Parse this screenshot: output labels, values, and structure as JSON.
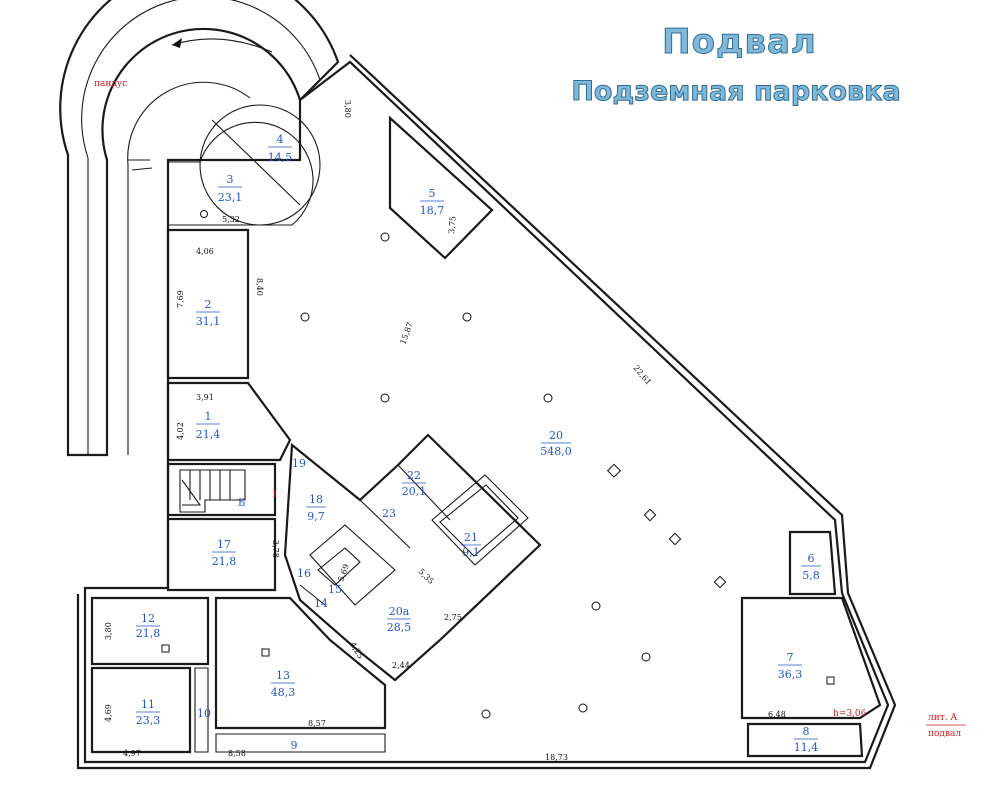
{
  "title": "Подвал",
  "subtitle": "Подземная парковка",
  "ramp_label": "пандус",
  "lit_label": "лит. А",
  "floor_label": "подвал",
  "height_label": "h=3,06",
  "stair_label": "Б",
  "stair_mark": "1",
  "rooms": [
    {
      "num": "1",
      "area": "21,4"
    },
    {
      "num": "2",
      "area": "31,1"
    },
    {
      "num": "3",
      "area": "23,1"
    },
    {
      "num": "4",
      "area": "14,5"
    },
    {
      "num": "5",
      "area": "18,7"
    },
    {
      "num": "6",
      "area": "5,8"
    },
    {
      "num": "7",
      "area": "36,3"
    },
    {
      "num": "8",
      "area": "11,4"
    },
    {
      "num": "9",
      "area": ""
    },
    {
      "num": "10",
      "area": ""
    },
    {
      "num": "11",
      "area": "23,3"
    },
    {
      "num": "12",
      "area": "21,8"
    },
    {
      "num": "13",
      "area": "48,3"
    },
    {
      "num": "14",
      "area": ""
    },
    {
      "num": "15",
      "area": ""
    },
    {
      "num": "16",
      "area": ""
    },
    {
      "num": "17",
      "area": "21,8"
    },
    {
      "num": "18",
      "area": "9,7"
    },
    {
      "num": "19",
      "area": ""
    },
    {
      "num": "20",
      "area": "548,0"
    },
    {
      "num": "20а",
      "area": "28,5"
    },
    {
      "num": "21",
      "area": "9,1"
    },
    {
      "num": "22",
      "area": "20,1"
    },
    {
      "num": "23",
      "area": ""
    }
  ],
  "dimensions": [
    "3,80",
    "5,32",
    "3,75",
    "4,06",
    "7,69",
    "8,40",
    "15,87",
    "22,61",
    "3,91",
    "4,02",
    "3,78",
    "5,69",
    "5,35",
    "2,75",
    "4,25",
    "2,44",
    "3,80",
    "4,69",
    "8,57",
    "8,58",
    "4,97",
    "18,73",
    "6,48"
  ]
}
